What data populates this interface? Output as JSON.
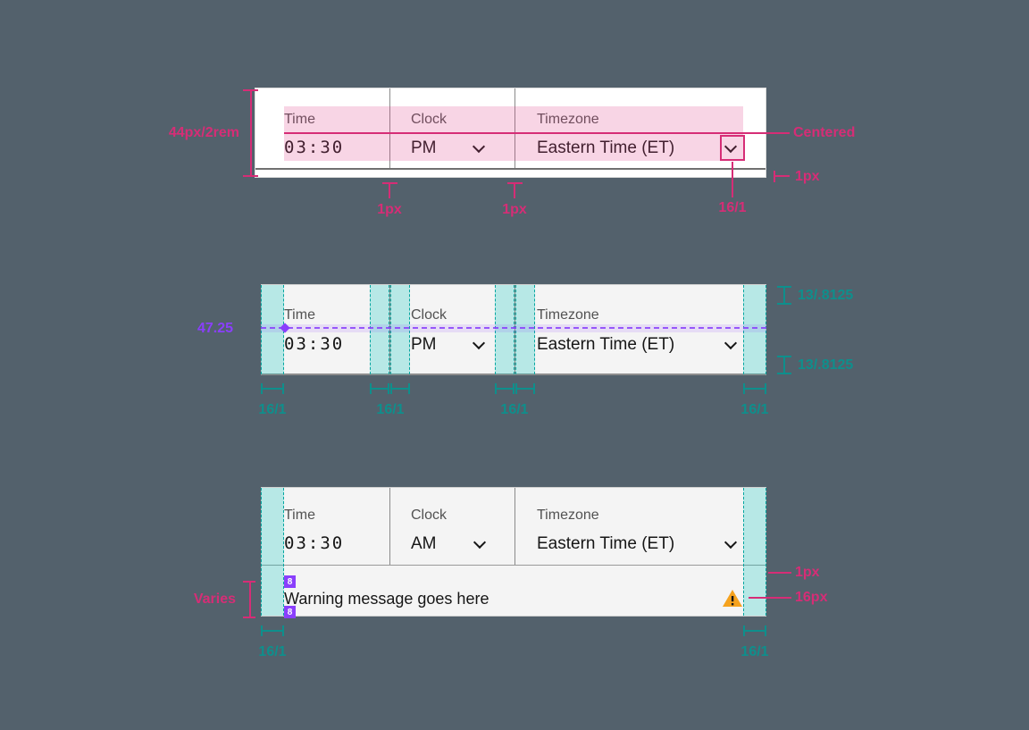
{
  "picker": {
    "time_label": "Time",
    "time_value": "03:30",
    "clock_label": "Clock",
    "clock_value_pm": "PM",
    "clock_value_am": "AM",
    "timezone_label": "Timezone",
    "timezone_value": "Eastern Time (ET)",
    "warning_message": "Warning message goes here"
  },
  "annotations": {
    "top": {
      "height": "44px/2rem",
      "centered": "Centered",
      "border_right": "1px",
      "divider1": "1px",
      "divider2": "1px",
      "chevron_spacing": "16/1"
    },
    "middle": {
      "baseline": "47.25",
      "line_height_top": "13/.8125",
      "line_height_bottom": "13/.8125",
      "spacing": [
        "16/1",
        "16/1",
        "16/1",
        "16/1"
      ]
    },
    "bottom": {
      "varies": "Varies",
      "border": "1px",
      "icon_size": "16px",
      "gap_top": "8",
      "gap_bottom": "8",
      "spacing_left": "16/1",
      "spacing_right": "16/1"
    }
  },
  "icons": {
    "chevron": "chevron-down-icon",
    "warning": "warning-filled-icon"
  },
  "colors": {
    "background": "#53616c",
    "magenta": "#d62d76",
    "teal": "#0e8f8c",
    "purple": "#8a3ffc",
    "warning": "#f5a21e",
    "field_bg": "#f4f4f4",
    "label_text": "#525252",
    "value_text": "#161616",
    "pink_overlay": "rgba(224,62,138,0.22)",
    "teal_strip": "rgba(0,196,188,0.25)"
  }
}
